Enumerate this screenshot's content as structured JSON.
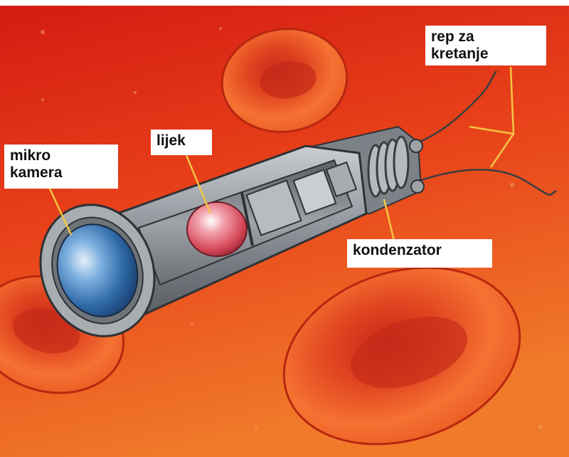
{
  "labels": {
    "camera": "mikro\nkamera",
    "drug": "lijek",
    "tail": "rep za\nkretanje",
    "capacitor": "kondenzator"
  },
  "colors": {
    "blood_background": "#e8431a",
    "blood_cell": "#f2662a",
    "cell_rim": "#b8260f",
    "leader_line": "#f5c542",
    "tube_metal": "#8a8e93",
    "camera_lens": "#2f6aa8",
    "drug_capsule": "#d64a5a"
  }
}
